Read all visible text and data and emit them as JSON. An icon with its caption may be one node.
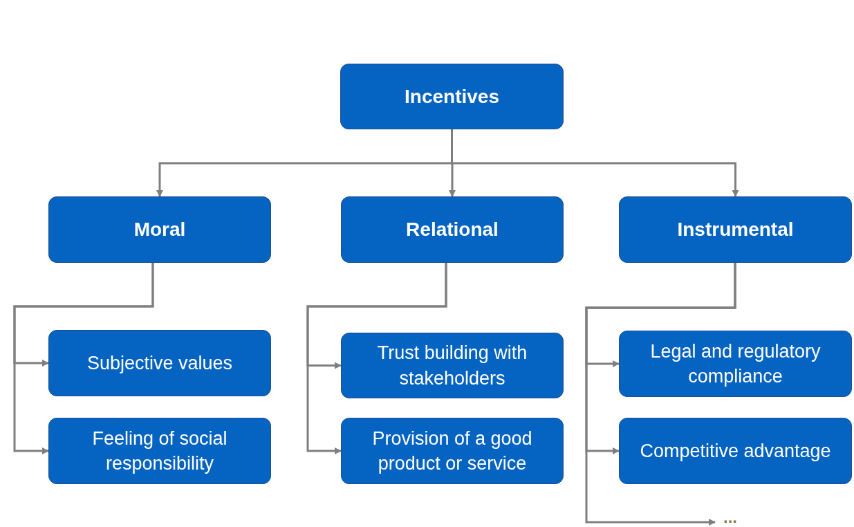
{
  "diagram": {
    "nodes": [
      {
        "text": [
          "Incentives"
        ]
      },
      {
        "text": [
          "Moral"
        ]
      },
      {
        "text": [
          "Relational"
        ]
      },
      {
        "text": [
          "Instrumental"
        ]
      },
      {
        "text": [
          "Subjective values"
        ]
      },
      {
        "text": [
          "Feeling of social responsibility"
        ]
      },
      {
        "text": [
          "Trust building with stakeholders"
        ]
      },
      {
        "text": [
          "Provision of a good product or service"
        ]
      },
      {
        "text": [
          "Legal and regulatory compliance"
        ]
      },
      {
        "text": [
          "Competitive advantage"
        ]
      },
      {
        "text": [
          "..."
        ]
      }
    ],
    "edges": [
      {
        "from": 0,
        "to": 1,
        "arrow": "to"
      },
      {
        "from": 0,
        "to": 2,
        "arrow": "to"
      },
      {
        "from": 0,
        "to": 3,
        "arrow": "to"
      },
      {
        "from": 1,
        "to": 4,
        "arrow": "to"
      },
      {
        "from": 1,
        "to": 5,
        "arrow": "to"
      },
      {
        "from": 2,
        "to": 6,
        "arrow": "to"
      },
      {
        "from": 2,
        "to": 7,
        "arrow": "to"
      },
      {
        "from": 3,
        "to": 8,
        "arrow": "to"
      },
      {
        "from": 3,
        "to": 9,
        "arrow": "to"
      },
      {
        "from": 3,
        "to": 10,
        "arrow": "to"
      }
    ]
  }
}
